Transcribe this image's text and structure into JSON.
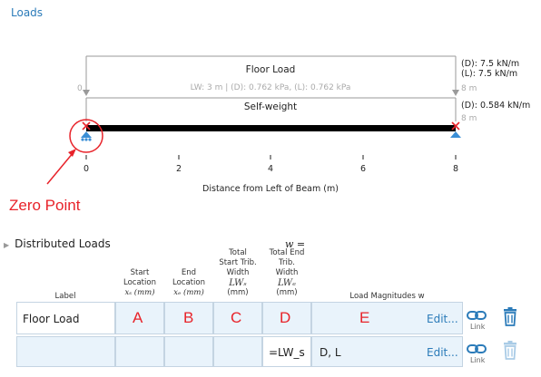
{
  "page_link": "Loads",
  "diagram": {
    "floor_load": {
      "title": "Floor Load",
      "subtitle": "LW: 3 m | (D): 0.762 kPa, (L): 0.762 kPa",
      "start_label": "0",
      "end_label": "8 m",
      "magnitude_d": "(D): 7.5 kN/m",
      "magnitude_l": "(L): 7.5 kN/m"
    },
    "self_weight": {
      "title": "Self-weight",
      "end_label": "8 m",
      "magnitude_d": "(D): 0.584 kN/m"
    },
    "axis": {
      "ticks": [
        "0",
        "2",
        "4",
        "6",
        "8"
      ],
      "label": "Distance from Left of Beam (m)"
    },
    "annotation": "Zero Point",
    "colors": {
      "beam": "#000000",
      "support": "#3b8fd6",
      "annotation": "#e8232a",
      "load_line": "#9a9a9a"
    }
  },
  "section": {
    "title": "Distributed Loads",
    "w_symbol": "w =",
    "headers": {
      "label": "Label",
      "start_loc": [
        "Start",
        "Location"
      ],
      "start_loc_sym": "xₛ (mm)",
      "end_loc": [
        "End",
        "Location"
      ],
      "end_loc_sym": "xₑ (mm)",
      "start_width": [
        "Total",
        "Start Trib.",
        "Width"
      ],
      "start_width_sym": "LWₛ",
      "start_width_unit": "(mm)",
      "end_width": [
        "Total End",
        "Trib.",
        "Width"
      ],
      "end_width_sym": "LWₑ",
      "end_width_unit": "(mm)",
      "magnitudes": "Load Magnitudes w"
    },
    "rows": [
      {
        "label": "Floor Load",
        "start": "A",
        "end": "B",
        "start_width": "C",
        "end_width": "D",
        "magnitude": "E",
        "edit": "Edit...",
        "link": "Link"
      },
      {
        "label": "",
        "start": "",
        "end": "",
        "start_width": "",
        "end_width": "=LW_s",
        "magnitude": "D, L",
        "edit": "Edit...",
        "link": "Link"
      }
    ]
  }
}
